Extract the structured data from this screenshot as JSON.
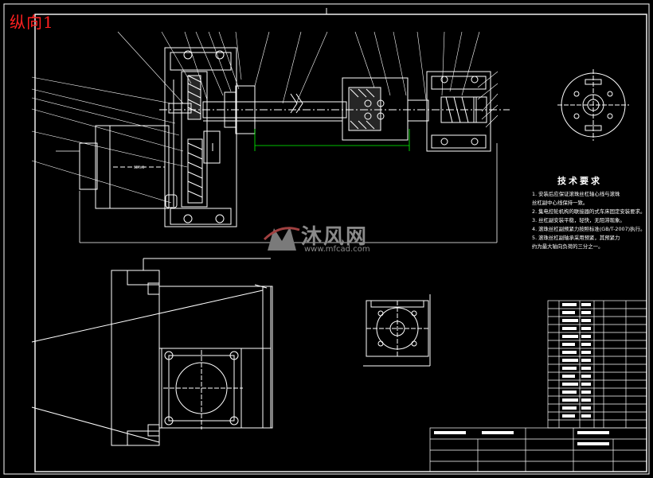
{
  "drawing": {
    "corner_title": "纵向1",
    "tech_requirements": {
      "title": "技术要求",
      "lines": [
        "1. 安装后应保证滚珠丝杠轴心线与滚珠",
        "丝杠副中心线保持一致。",
        "2. 集电控轮机构的联接器的式车床固定安装要求。",
        "3. 丝杠副安装平稳，轻快，无阻滞现象。",
        "4. 滚珠丝杠副预紧力按照标准(GB/T-2007)执行。",
        "5. 滚珠丝杠副轴承采用预紧，其预紧力",
        "约为最大轴向负荷的三分之一。"
      ]
    },
    "watermark": {
      "brand": "沐风网",
      "url": "www.mfcad.com"
    },
    "colors": {
      "background": "#000000",
      "lines": "#ffffff",
      "title": "#ff2020",
      "dimension": "#00ff00",
      "watermark": "#8a8a8a"
    }
  }
}
